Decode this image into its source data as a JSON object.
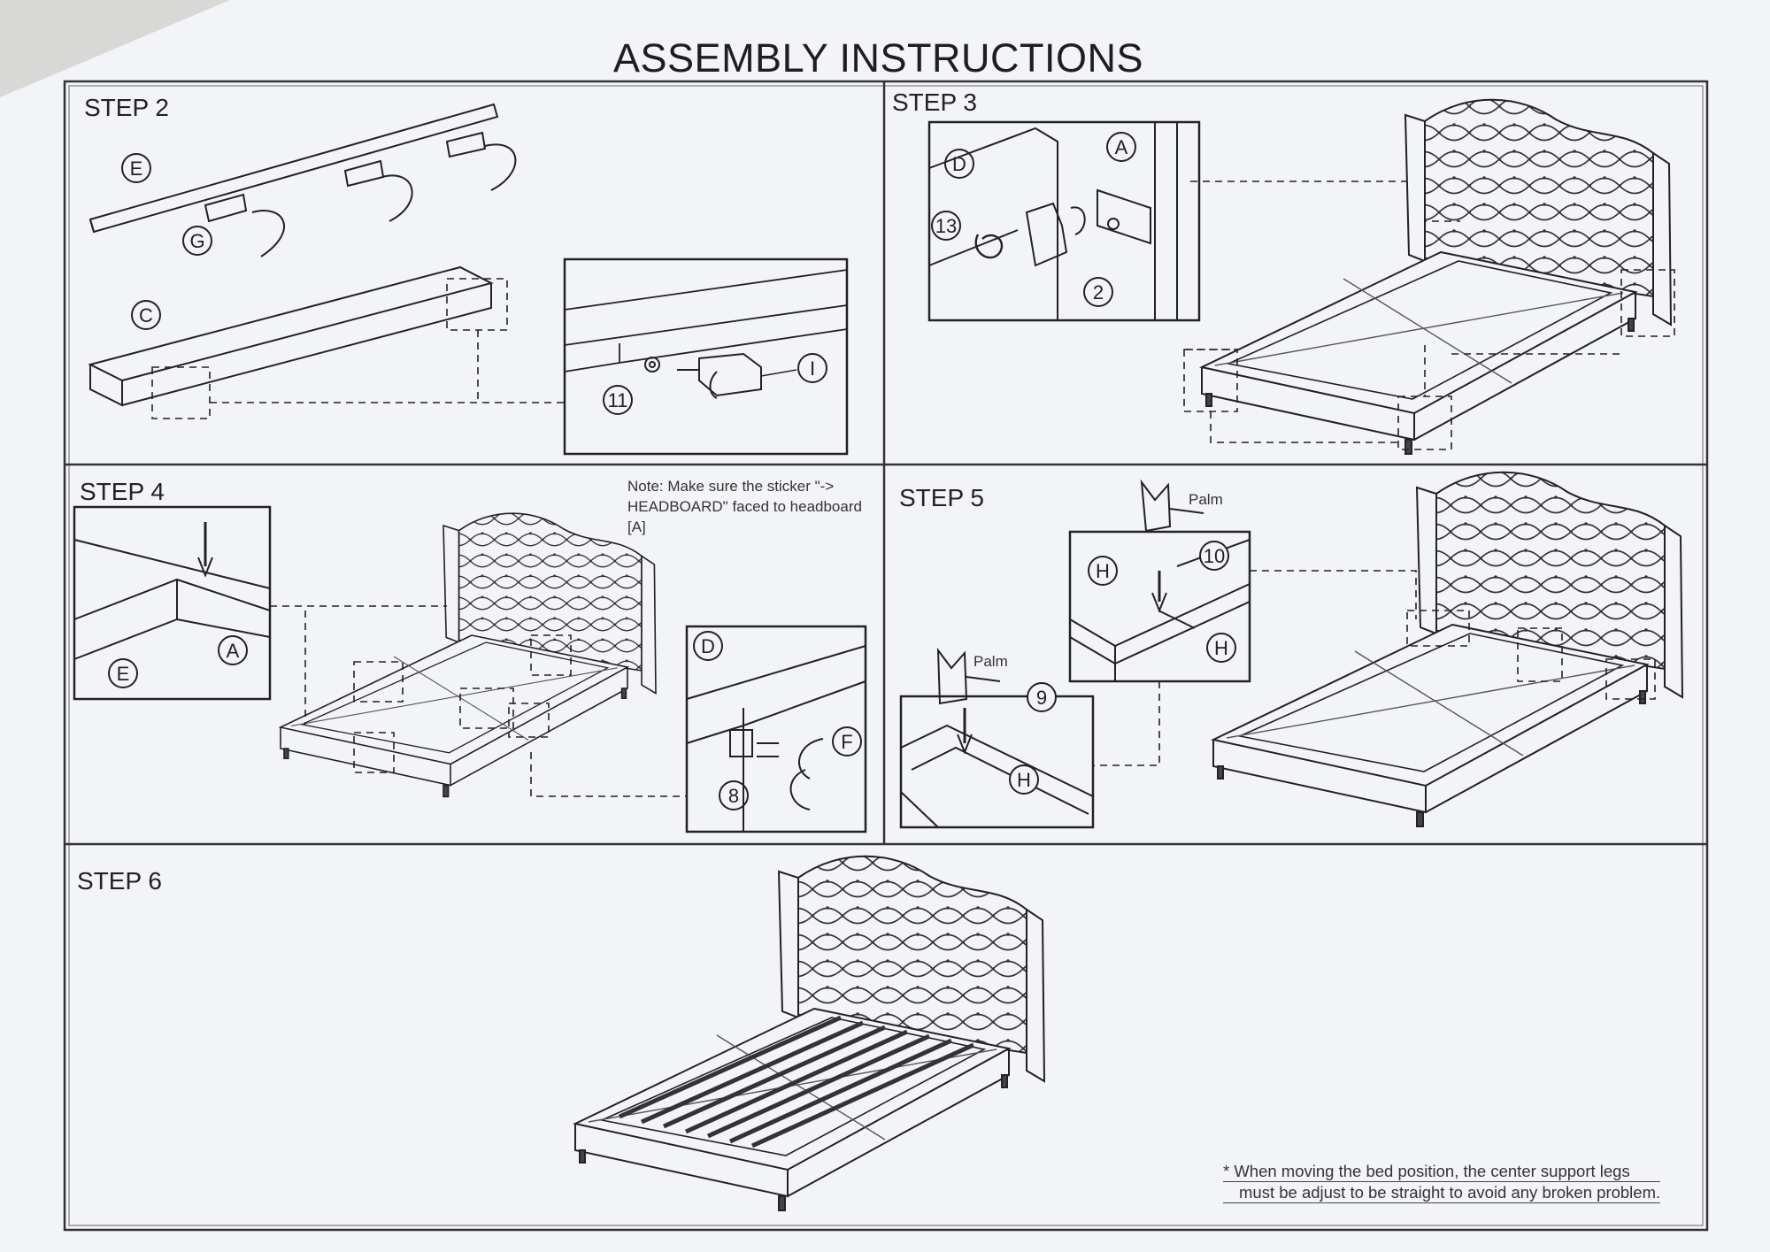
{
  "title": "ASSEMBLY INSTRUCTIONS",
  "steps": {
    "step2": {
      "label": "STEP 2",
      "callouts": {
        "E": "E",
        "G": "G",
        "C": "C",
        "I": "I",
        "n11": "11"
      }
    },
    "step3": {
      "label": "STEP 3",
      "callouts": {
        "D": "D",
        "A": "A",
        "n13": "13",
        "n2": "2"
      }
    },
    "step4": {
      "label": "STEP 4",
      "note": "Note: Make sure the sticker \"-> HEADBOARD\" faced to headboard [A]",
      "callouts": {
        "A": "A",
        "E": "E",
        "D": "D",
        "F": "F",
        "n8": "8"
      }
    },
    "step5": {
      "label": "STEP 5",
      "palm": "Palm",
      "callouts": {
        "H1": "H",
        "n10": "10",
        "H2": "H",
        "n9": "9",
        "H3": "H"
      }
    },
    "step6": {
      "label": "STEP 6",
      "footnote_line1": "* When moving the bed position, the center support legs",
      "footnote_line2": "must be adjust to be straight to avoid any broken problem."
    }
  },
  "colors": {
    "paper": "#f3f4f8",
    "ink": "#222222"
  }
}
